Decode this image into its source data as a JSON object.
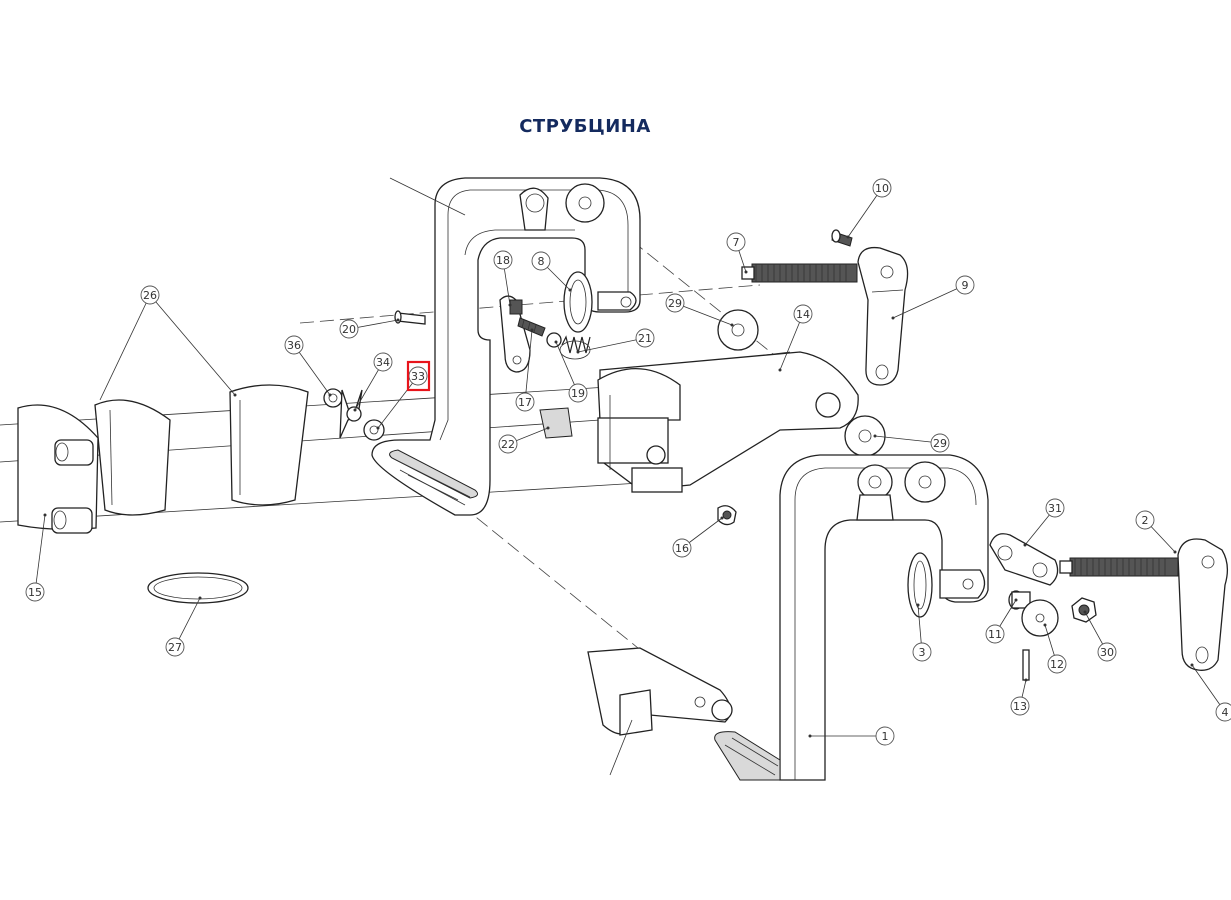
{
  "title": "СТРУБЦИНА",
  "callouts": [
    {
      "label": "1"
    },
    {
      "label": "2"
    },
    {
      "label": "3"
    },
    {
      "label": "4"
    },
    {
      "label": "7"
    },
    {
      "label": "8"
    },
    {
      "label": "9"
    },
    {
      "label": "10"
    },
    {
      "label": "11"
    },
    {
      "label": "12"
    },
    {
      "label": "13"
    },
    {
      "label": "14"
    },
    {
      "label": "15"
    },
    {
      "label": "16"
    },
    {
      "label": "17"
    },
    {
      "label": "18"
    },
    {
      "label": "19"
    },
    {
      "label": "20"
    },
    {
      "label": "21"
    },
    {
      "label": "22"
    },
    {
      "label": "26"
    },
    {
      "label": "27"
    },
    {
      "label": "29"
    },
    {
      "label": "29"
    },
    {
      "label": "30"
    },
    {
      "label": "31"
    },
    {
      "label": "33"
    },
    {
      "label": "34"
    },
    {
      "label": "36"
    }
  ],
  "highlight_color": "#e8141b",
  "title_color": "#142a5e"
}
